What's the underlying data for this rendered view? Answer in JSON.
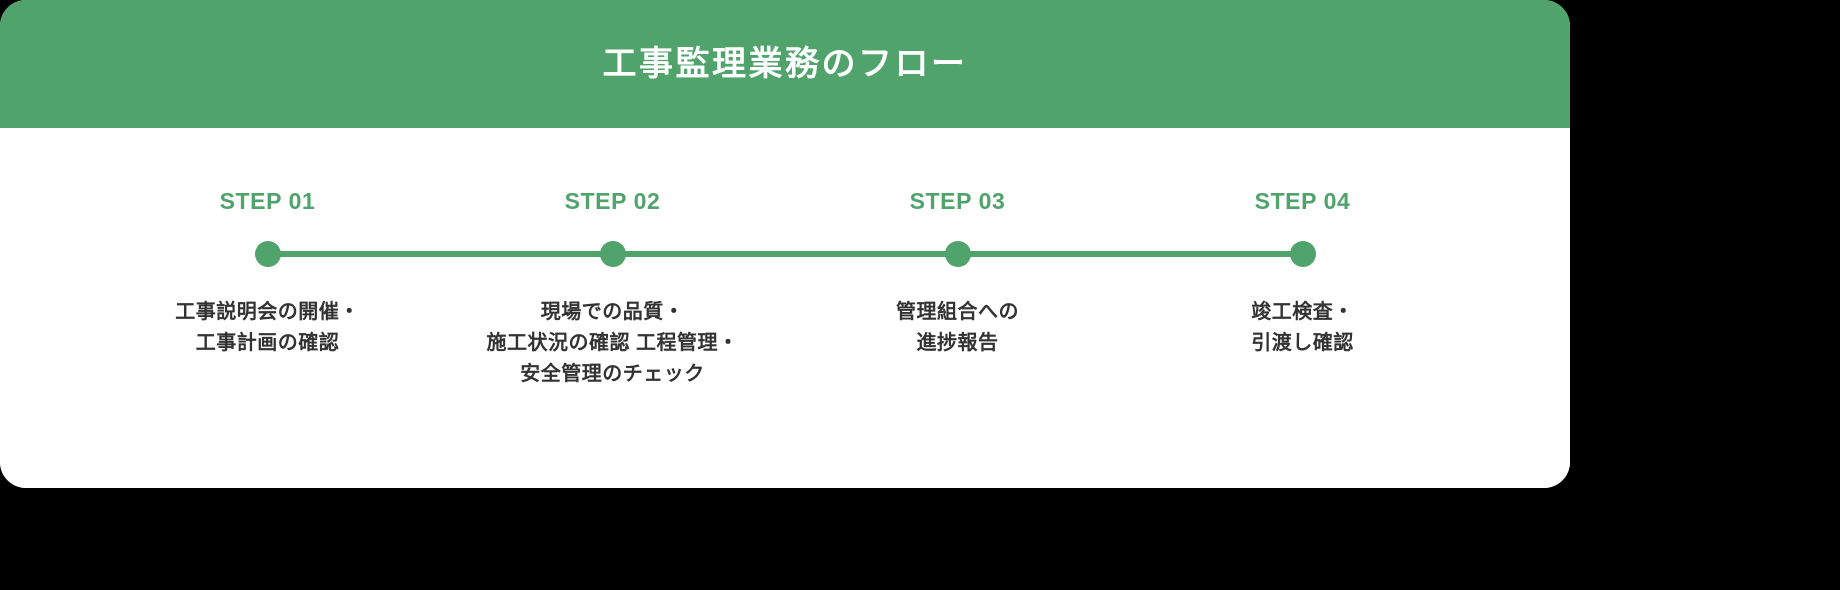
{
  "card": {
    "title": "工事監理業務のフロー",
    "accent_color": "#4FA36B",
    "header_bg": "#4FA36B",
    "body_bg": "#ffffff",
    "title_color": "#ffffff",
    "text_color": "#333333"
  },
  "timeline": {
    "steps": [
      {
        "label": "STEP 01",
        "lines": [
          "工事説明会の開催・",
          "工事計画の確認"
        ]
      },
      {
        "label": "STEP 02",
        "lines": [
          "現場での品質・",
          "施工状況の確認 工程管理・",
          "安全管理のチェック"
        ]
      },
      {
        "label": "STEP 03",
        "lines": [
          "管理組合への",
          "進捗報告"
        ]
      },
      {
        "label": "STEP 04",
        "lines": [
          "竣工検査・",
          "引渡し確認"
        ]
      }
    ]
  }
}
